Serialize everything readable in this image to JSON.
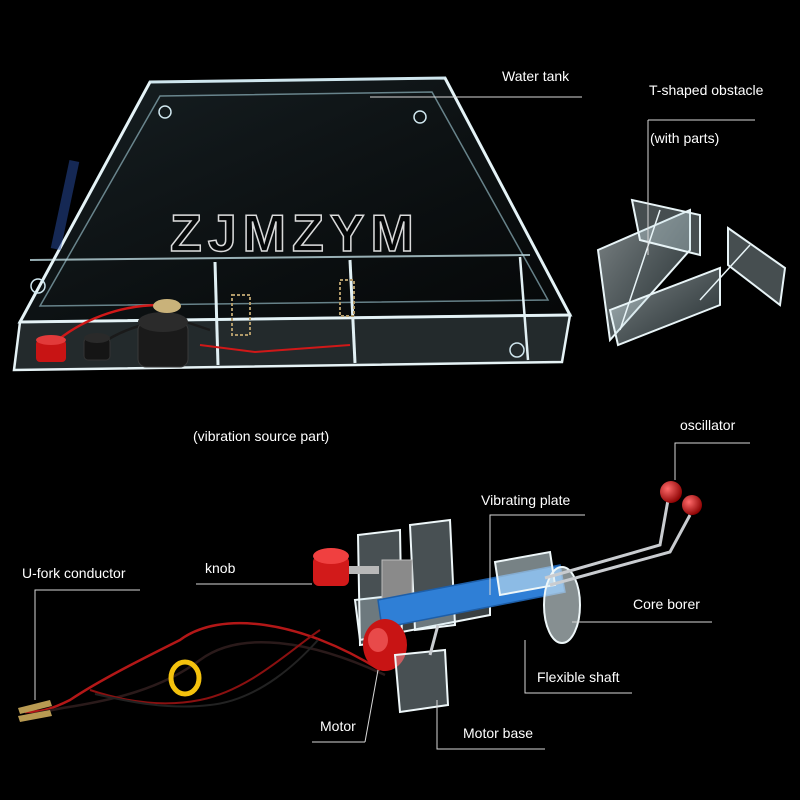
{
  "labels": {
    "water_tank": "Water tank",
    "t_obstacle": "T-shaped obstacle",
    "with_parts": "(with parts)",
    "vibration_source": "(vibration source part)",
    "oscillator": "oscillator",
    "vibrating_plate": "Vibrating plate",
    "knob": "knob",
    "u_fork": "U-fork conductor",
    "core_borer": "Core borer",
    "flexible_shaft": "Flexible shaft",
    "motor": "Motor",
    "motor_base": "Motor base"
  },
  "watermark": "ZJMZYM",
  "colors": {
    "background": "#000000",
    "label_text": "#ffffff",
    "leader_line": "#d8d8d8",
    "acrylic_edge": "#cfe6ee",
    "blue_plate": "#2f7fd6",
    "red_parts": "#d21a1a",
    "yellow_tie": "#f4c20d"
  }
}
